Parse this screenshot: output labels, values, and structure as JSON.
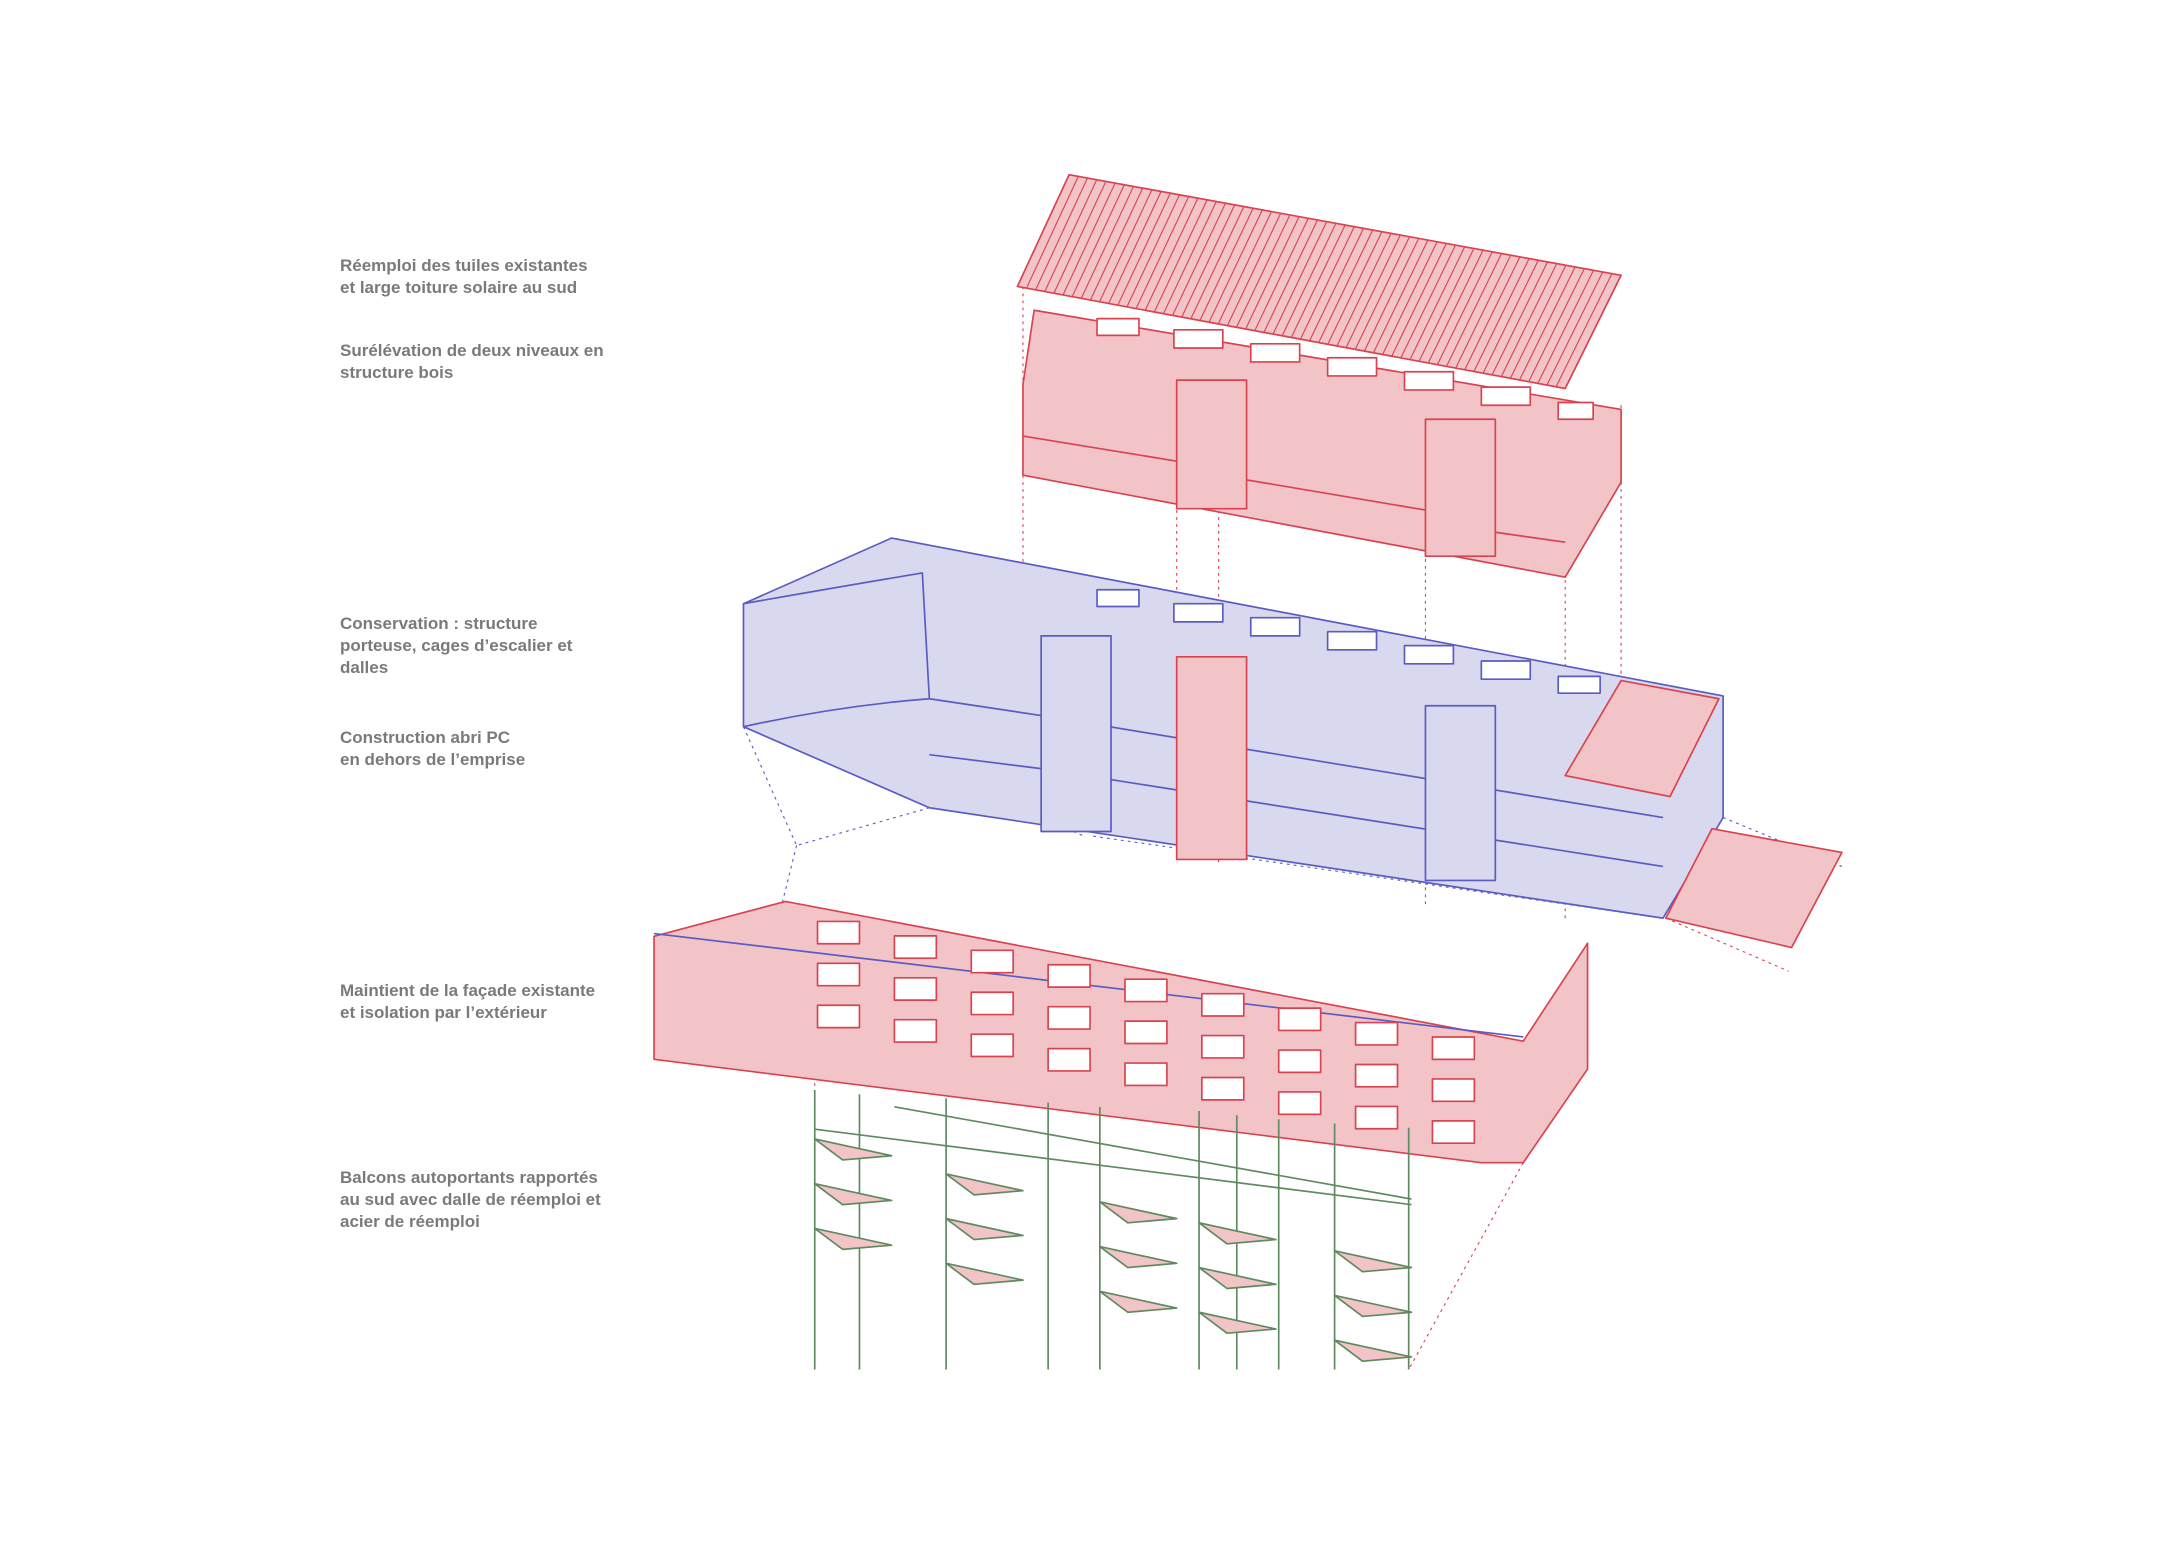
{
  "labels": [
    "Réemploi des tuiles existantes\net large toiture solaire au sud",
    "Surélévation de deux niveaux en\nstructure bois",
    "Conservation : structure\nporteuse, cages d’escalier et\ndalles",
    "Construction abri PC\nen dehors de l’emprise",
    "Maintient de la façade existante\net isolation par l’extérieur",
    "Balcons autoportants rapportés\nau sud avec dalle de réemploi et\nacier de réemploi"
  ],
  "colors": {
    "pink_fill": "#f2c4c8",
    "red_line": "#d9434f",
    "blue_fill": "#d8d8ee",
    "blue_line": "#5b5bc4",
    "green_line": "#5f8a5f",
    "text": "#7a7a7a"
  }
}
